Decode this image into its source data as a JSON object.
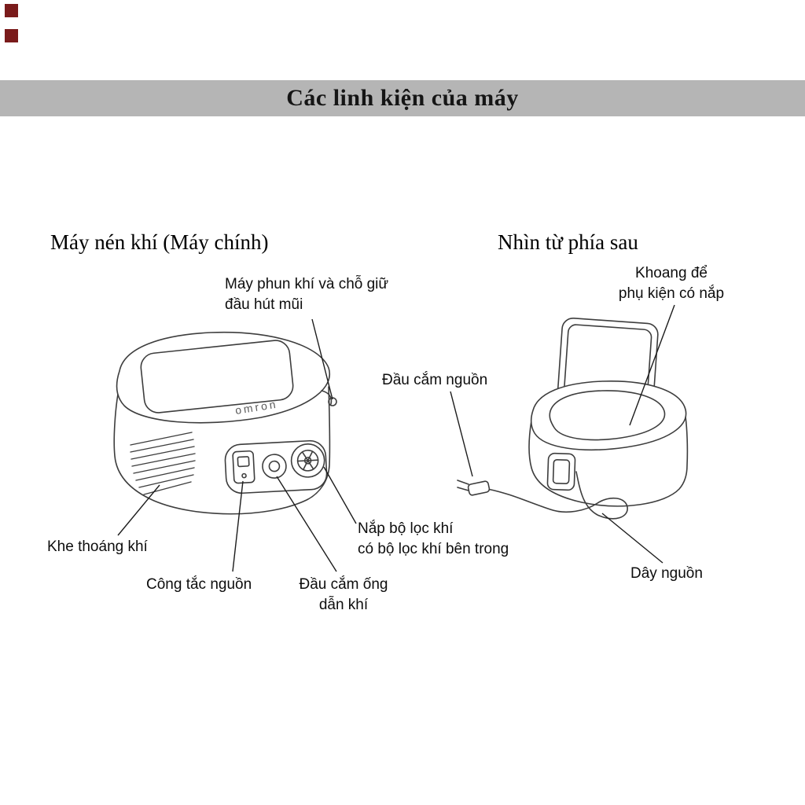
{
  "page": {
    "title": "Các linh kiện của máy",
    "banner_bg": "#b5b5b5",
    "corner_mark_color": "#7a1b1b",
    "line_color": "#2f2f2f"
  },
  "sections": {
    "left": {
      "heading": "Máy nén khí (Máy chính)"
    },
    "right": {
      "heading": "Nhìn từ phía sau"
    }
  },
  "brand": {
    "logo_text": "omron"
  },
  "labels": {
    "nebulizer_holder": "Máy phun khí và chỗ giữ\nđầu hút mũi",
    "power_plug": "Đầu cắm nguồn",
    "accessory_compartment": "Khoang để\nphụ kiện có nắp",
    "air_vent": "Khe thoáng khí",
    "power_switch": "Công tắc nguồn",
    "air_tube_connector": "Đầu cắm ống\ndẫn khí",
    "filter_cover": "Nắp bộ lọc khí\ncó bộ lọc khí bên trong",
    "power_cord": "Dây nguồn"
  }
}
